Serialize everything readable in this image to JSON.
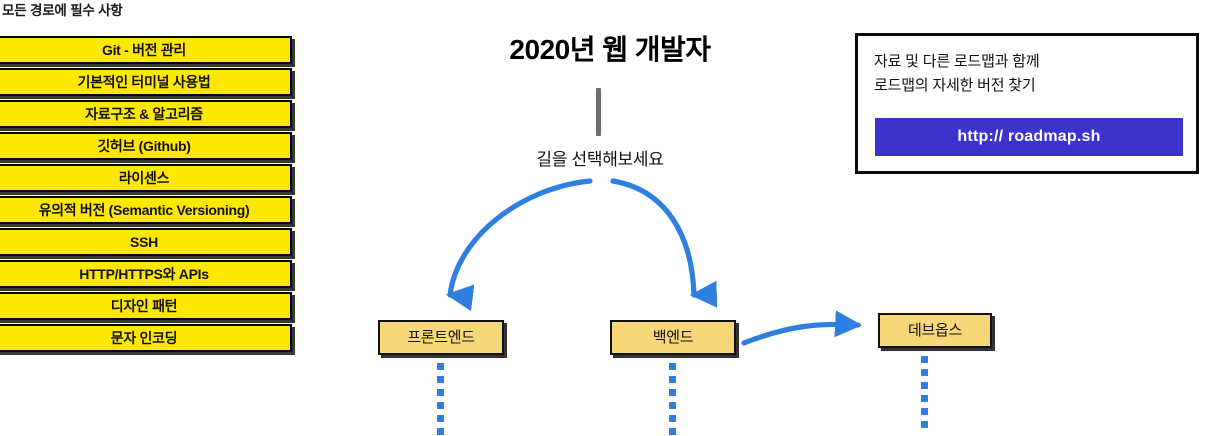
{
  "left_column": {
    "header": "모든 경로에 필수 사항",
    "items": [
      {
        "label": "Git - 버전 관리"
      },
      {
        "label": "기본적인 터미널 사용법"
      },
      {
        "label": "자료구조 & 알고리즘"
      },
      {
        "label": "깃허브 (Github)"
      },
      {
        "label": "라이센스"
      },
      {
        "label": "유의적 버전 (Semantic Versioning)"
      },
      {
        "label": "SSH"
      },
      {
        "label": "HTTP/HTTPS와 APIs"
      },
      {
        "label": "디자인 패턴"
      },
      {
        "label": "문자 인코딩"
      }
    ]
  },
  "center": {
    "title": "2020년 웹 개발자",
    "subtitle": "길을 선택해보세요"
  },
  "paths": [
    {
      "id": "frontend",
      "label": "프론트엔드"
    },
    {
      "id": "backend",
      "label": "백엔드"
    },
    {
      "id": "devops",
      "label": "데브옵스"
    }
  ],
  "info_box": {
    "line1": "자료 및 다른 로드맵과 함께",
    "line2": "로드맵의 자세한 버전 찾기",
    "button_label": "http:// roadmap.sh"
  },
  "colors": {
    "essential_fill": "#FFE800",
    "path_fill": "#F7D777",
    "arrow_blue": "#2F7FE0",
    "link_button": "#3B33CC",
    "stem_gray": "#6E6E6E"
  }
}
